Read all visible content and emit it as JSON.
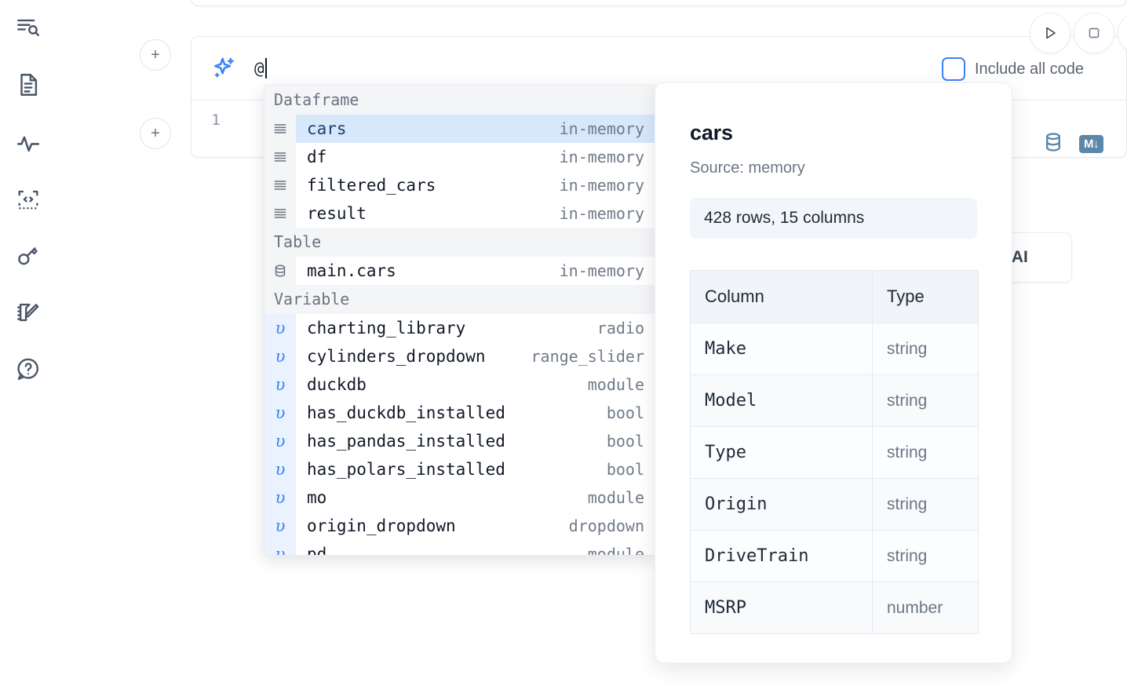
{
  "rail": {
    "items": [
      {
        "name": "search-outline-icon",
        "label": "Outline search"
      },
      {
        "name": "file-text-icon",
        "label": "Notebook file"
      },
      {
        "name": "activity-pulse-icon",
        "label": "Activity"
      },
      {
        "name": "code-snippet-icon",
        "label": "Snippets"
      },
      {
        "name": "key-icon",
        "label": "Secrets"
      },
      {
        "name": "scratchpad-edit-icon",
        "label": "Scratchpad"
      },
      {
        "name": "help-chat-icon",
        "label": "Help"
      }
    ]
  },
  "toolbar": {
    "run_label": "Run",
    "stop_label": "Stop",
    "include_all_code_label": "Include all code",
    "include_all_code_checked": false
  },
  "cell": {
    "line_number": "1",
    "ai_prompt_value": "@",
    "ai_icon": "sparkle-icon",
    "database_icon": "database-icon",
    "markdown_badge": "M↓",
    "ai_button_label": "h AI"
  },
  "autocomplete": {
    "groups": [
      {
        "label": "Dataframe",
        "icon": "dataframe-icon",
        "kind": "dataframe",
        "items": [
          {
            "name": "cars",
            "meta": "in-memory",
            "selected": true
          },
          {
            "name": "df",
            "meta": "in-memory",
            "selected": false
          },
          {
            "name": "filtered_cars",
            "meta": "in-memory",
            "selected": false
          },
          {
            "name": "result",
            "meta": "in-memory",
            "selected": false
          }
        ]
      },
      {
        "label": "Table",
        "icon": "table-db-icon",
        "kind": "table",
        "items": [
          {
            "name": "main.cars",
            "meta": "in-memory",
            "selected": false
          }
        ]
      },
      {
        "label": "Variable",
        "icon": "variable-icon",
        "kind": "variable",
        "items": [
          {
            "name": "charting_library",
            "meta": "radio",
            "selected": false
          },
          {
            "name": "cylinders_dropdown",
            "meta": "range_slider",
            "selected": false
          },
          {
            "name": "duckdb",
            "meta": "module",
            "selected": false
          },
          {
            "name": "has_duckdb_installed",
            "meta": "bool",
            "selected": false
          },
          {
            "name": "has_pandas_installed",
            "meta": "bool",
            "selected": false
          },
          {
            "name": "has_polars_installed",
            "meta": "bool",
            "selected": false
          },
          {
            "name": "mo",
            "meta": "module",
            "selected": false
          },
          {
            "name": "origin_dropdown",
            "meta": "dropdown",
            "selected": false
          },
          {
            "name": "pd",
            "meta": "module",
            "selected": false
          }
        ]
      }
    ]
  },
  "info_panel": {
    "title": "cars",
    "source": "Source: memory",
    "shape": "428 rows, 15 columns",
    "columns_header": "Column",
    "type_header": "Type",
    "rows": [
      {
        "column": "Make",
        "type": "string"
      },
      {
        "column": "Model",
        "type": "string"
      },
      {
        "column": "Type",
        "type": "string"
      },
      {
        "column": "Origin",
        "type": "string"
      },
      {
        "column": "DriveTrain",
        "type": "string"
      },
      {
        "column": "MSRP",
        "type": "number"
      }
    ]
  },
  "colors": {
    "accent_blue": "#3b82f6",
    "selected_row_bg": "#d8e8fb",
    "group_header_bg": "#f4f5f7",
    "icon_steel": "#5b87ab",
    "text_muted": "#6b7280"
  }
}
